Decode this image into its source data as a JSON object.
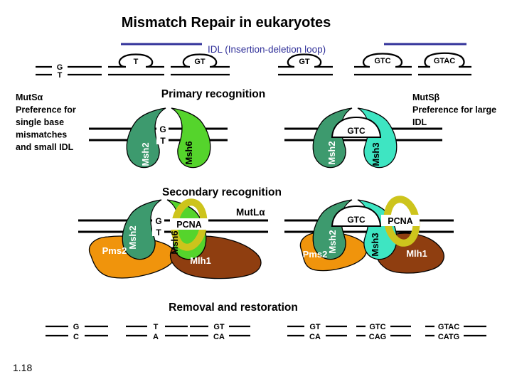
{
  "slide": {
    "title": "Mismatch Repair in eukaryotes",
    "slide_number": "1.18",
    "colors": {
      "idl_navy": "#32329a",
      "msh2_green": "#3d9a6e",
      "msh6_green": "#55d42c",
      "msh3_turquoise": "#3ee5c2",
      "pms2_orange": "#f0940c",
      "mlh1_brown": "#8f3e10",
      "pcna_ring_yellow": "#cdc41c"
    }
  },
  "top_row": {
    "idl_label": "IDL (Insertion-deletion loop)",
    "mismatch": {
      "top": "G",
      "bottom": "T"
    },
    "loops": [
      "T",
      "GT",
      "GT",
      "GTC",
      "GTAC"
    ]
  },
  "primary": {
    "heading": "Primary recognition",
    "mutsa_lines": [
      "MutSα",
      "Preference for",
      "single base",
      "mismatches",
      "and small IDL"
    ],
    "mutsb_lines": [
      "MutSβ",
      "Preference for large",
      "IDL"
    ],
    "left": {
      "msh2": "Msh2",
      "msh6": "Msh6",
      "base_top": "G",
      "base_bottom": "T"
    },
    "right": {
      "msh2": "Msh2",
      "msh3": "Msh3",
      "loop": "GTC"
    }
  },
  "secondary": {
    "heading": "Secondary recognition",
    "mutla_label": "MutLα",
    "left": {
      "msh2": "Msh2",
      "msh6": "Msh6",
      "base_top": "G",
      "base_bottom": "T",
      "pcna": "PCNA",
      "pms2": "Pms2",
      "mlh1": "Mlh1"
    },
    "right": {
      "msh2": "Msh2",
      "msh3": "Msh3",
      "loop": "GTC",
      "pcna": "PCNA",
      "pms2": "Pms2",
      "mlh1": "Mlh1"
    }
  },
  "removal": {
    "heading": "Removal and restoration",
    "pairs": [
      {
        "top": "G",
        "bottom": "C"
      },
      {
        "top": "T",
        "bottom": "A"
      },
      {
        "top": "GT",
        "bottom": "CA"
      },
      {
        "top": "GT",
        "bottom": "CA"
      },
      {
        "top": "GTC",
        "bottom": "CAG"
      },
      {
        "top": "GTAC",
        "bottom": "CATG"
      }
    ]
  }
}
